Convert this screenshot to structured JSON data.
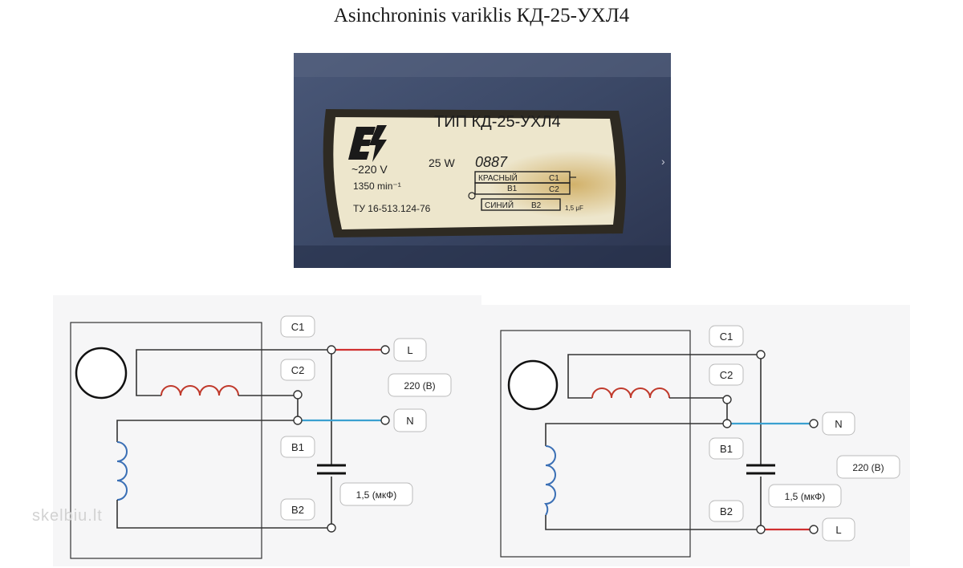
{
  "title": "Asinchroninis variklis КД-25-УХЛ4",
  "nameplate": {
    "type_line": "ТИП КД-25-УХЛ4",
    "voltage": "~220 V",
    "power": "25 W",
    "serial": "0887",
    "speed": "1350 min⁻¹",
    "standard": "ТУ 16-513.124-76",
    "wire_red": "КРАСНЫЙ",
    "wire_blue": "СИНИЙ",
    "c1": "C1",
    "c2": "C2",
    "b1": "B1",
    "b2": "B2",
    "cap": "1,5 μF"
  },
  "diagram_left": {
    "c1": "C1",
    "c2": "C2",
    "b1": "B1",
    "b2": "B2",
    "l": "L",
    "n": "N",
    "voltage": "220 (В)",
    "capacitor": "1,5 (мкФ)"
  },
  "diagram_right": {
    "c1": "C1",
    "c2": "C2",
    "b1": "B1",
    "b2": "B2",
    "n": "N",
    "l": "L",
    "voltage": "220 (В)",
    "capacitor": "1,5 (мкФ)"
  },
  "watermark": "skelbiu.lt",
  "colors": {
    "live_wire": "#d03030",
    "neutral_wire": "#3aa0d0",
    "coil": "#c0392b",
    "coil_b": "#3a6fb5",
    "wire": "#333333",
    "panel_bg": "#f6f6f7",
    "plate_bg": "#ece6cf"
  }
}
